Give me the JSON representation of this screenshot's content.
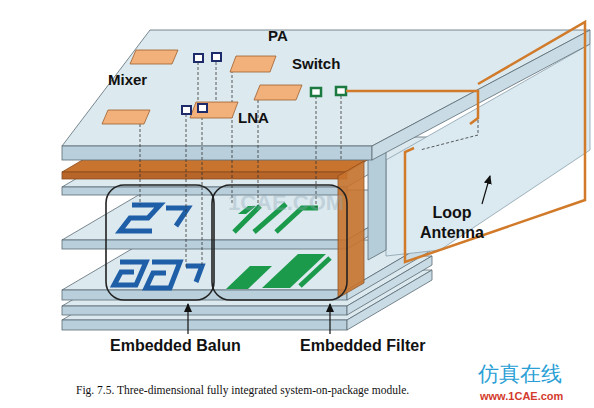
{
  "diagram": {
    "caption": "Fig. 7.5. Three-dimensional fully integrated system-on-package module.",
    "labels": [
      "PA",
      "Mixer",
      "Switch",
      "LNA",
      "Loop Antenna",
      "Embedded Balun",
      "Embedded Filter",
      "1CAE.COM",
      "仿真在线",
      "www.1CAE.com"
    ]
  }
}
